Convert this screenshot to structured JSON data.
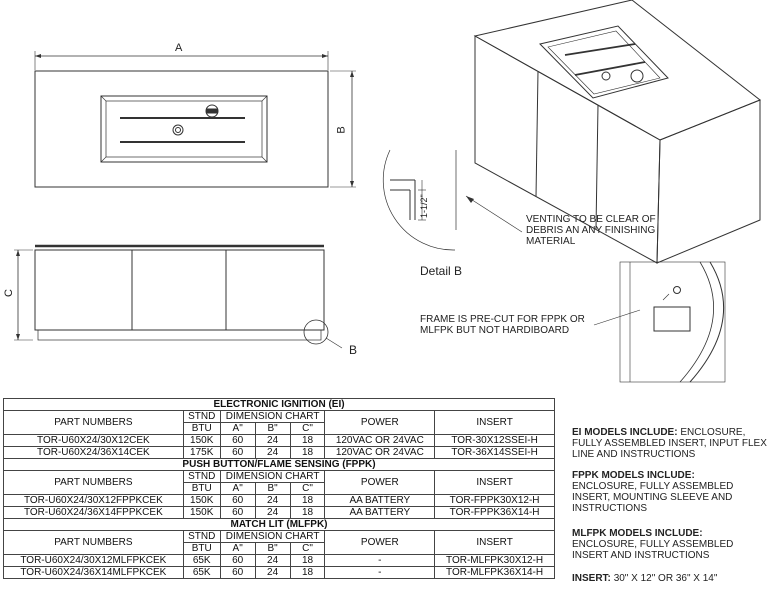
{
  "drawing_labels": {
    "dim_a": "A",
    "dim_b": "B",
    "dim_c": "C",
    "detail_ref": "B",
    "dim_1_5": "1-1/2\"",
    "detail_title": "Detail B",
    "venting_note": "VENTING TO BE CLEAR OF DEBRIS AN ANY FINISHING MATERIAL",
    "frame_note": "FRAME IS PRE-CUT FOR FPPK OR MLFPK BUT NOT HARDIBOARD"
  },
  "table": {
    "col_part": "PART NUMBERS",
    "col_stnd": "STND",
    "col_btu": "BTU",
    "col_dim": "DIMENSION CHART",
    "col_a": "A\"",
    "col_b": "B\"",
    "col_c": "C\"",
    "col_power": "POWER",
    "col_insert": "INSERT",
    "sections": [
      {
        "title": "ELECTRONIC IGNITION (EI)",
        "rows": [
          {
            "part": "TOR-U60X24/30X12CEK",
            "btu": "150K",
            "a": "60",
            "b": "24",
            "c": "18",
            "power": "120VAC OR 24VAC",
            "insert": "TOR-30X12SSEI-H"
          },
          {
            "part": "TOR-U60X24/36X14CEK",
            "btu": "175K",
            "a": "60",
            "b": "24",
            "c": "18",
            "power": "120VAC OR 24VAC",
            "insert": "TOR-36X14SSEI-H"
          }
        ]
      },
      {
        "title": "PUSH BUTTON/FLAME SENSING (FPPK)",
        "rows": [
          {
            "part": "TOR-U60X24/30X12FPPKCEK",
            "btu": "150K",
            "a": "60",
            "b": "24",
            "c": "18",
            "power": "AA BATTERY",
            "insert": "TOR-FPPK30X12-H"
          },
          {
            "part": "TOR-U60X24/36X14FPPKCEK",
            "btu": "150K",
            "a": "60",
            "b": "24",
            "c": "18",
            "power": "AA BATTERY",
            "insert": "TOR-FPPK36X14-H"
          }
        ]
      },
      {
        "title": "MATCH LIT (MLFPK)",
        "rows": [
          {
            "part": "TOR-U60X24/30X12MLFPKCEK",
            "btu": "65K",
            "a": "60",
            "b": "24",
            "c": "18",
            "power": "-",
            "insert": "TOR-MLFPK30X12-H"
          },
          {
            "part": "TOR-U60X24/36X14MLFPKCEK",
            "btu": "65K",
            "a": "60",
            "b": "24",
            "c": "18",
            "power": "-",
            "insert": "TOR-MLFPK36X14-H"
          }
        ]
      }
    ]
  },
  "notes": {
    "ei_title": "EI MODELS INCLUDE:",
    "ei_text": "ENCLOSURE, FULLY ASSEMBLED INSERT, INPUT FLEX LINE AND INSTRUCTIONS",
    "fppk_title": "FPPK MODELS INCLUDE:",
    "fppk_text": "ENCLOSURE, FULLY ASSEMBLED INSERT, MOUNTING SLEEVE AND INSTRUCTIONS",
    "mlfpk_title": "MLFPK MODELS INCLUDE:",
    "mlfpk_text": "ENCLOSURE, FULLY ASSEMBLED INSERT AND INSTRUCTIONS",
    "insert_title": "INSERT:",
    "insert_text": "30\" X 12\" OR 36\" X 14\""
  }
}
